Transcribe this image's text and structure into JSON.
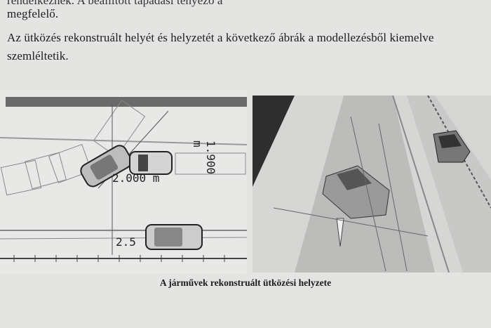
{
  "document": {
    "lines": [
      "rendelkeznek. A beállított tapadási tényező a",
      "megfelelő.",
      "Az ütközés rekonstruált helyét és helyzetét a következő ábrák a modellezésből kiemelve",
      "szemléltetik."
    ],
    "figure": {
      "left_panel": {
        "dimension_labels": [
          "2.000 m",
          "1.900 m",
          "2.5"
        ]
      },
      "caption": "A járművek rekonstruált ütközési helyzete"
    }
  },
  "colors": {
    "paper": "#e4e5e3",
    "text": "#1c1c1c"
  }
}
